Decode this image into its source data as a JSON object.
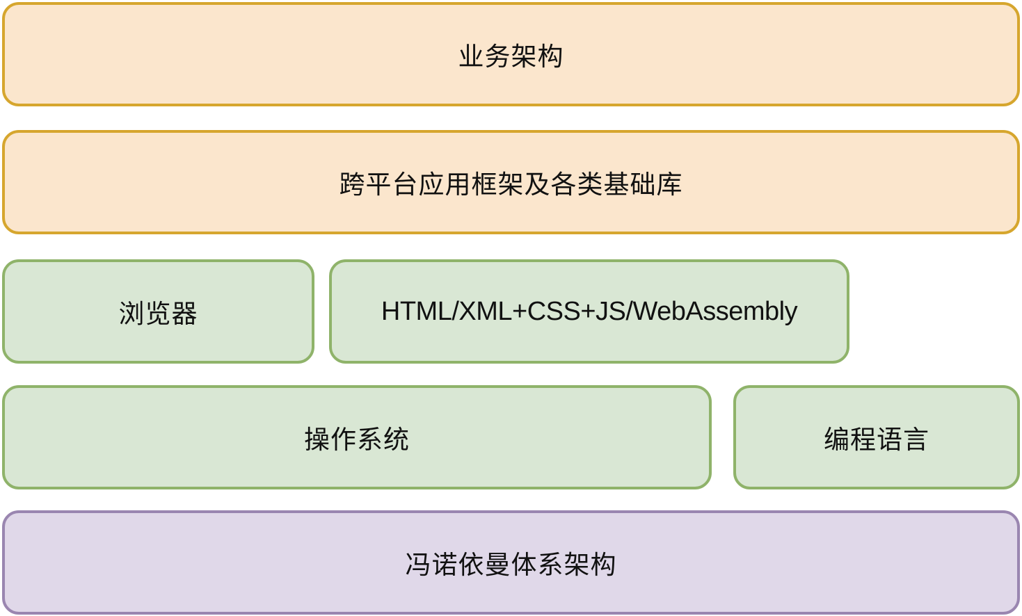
{
  "diagram": {
    "layers": {
      "business": "业务架构",
      "framework": "跨平台应用框架及各类基础库",
      "browser": "浏览器",
      "web_tech": "HTML/XML+CSS+JS/WebAssembly",
      "os": "操作系统",
      "language": "编程语言",
      "von_neumann": "冯诺依曼体系架构"
    },
    "colors": {
      "orange_fill": "#fbe6cd",
      "orange_border": "#d6a62e",
      "green_fill": "#d9e7d4",
      "green_border": "#8fb36a",
      "purple_fill": "#e0d8e9",
      "purple_border": "#9a86b0"
    }
  }
}
